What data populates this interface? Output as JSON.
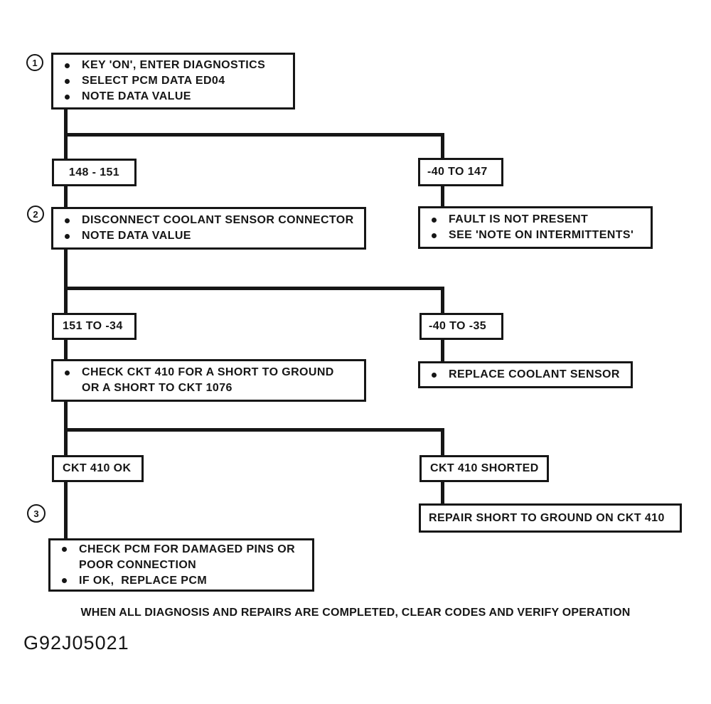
{
  "flow": {
    "markers": {
      "m1": "1",
      "m2": "2",
      "m3": "3"
    },
    "step1": {
      "lines": [
        "KEY 'ON', ENTER DIAGNOSTICS",
        "SELECT PCM DATA ED04",
        "NOTE DATA VALUE"
      ]
    },
    "range_148_151": {
      "label": "148 - 151"
    },
    "range_neg40_147": {
      "label": "-40 TO 147"
    },
    "step2": {
      "lines": [
        "DISCONNECT COOLANT SENSOR CONNECTOR",
        "NOTE DATA VALUE"
      ]
    },
    "fault_not_present": {
      "lines": [
        "FAULT IS NOT PRESENT",
        "SEE 'NOTE ON INTERMITTENTS'"
      ]
    },
    "range_151_neg34": {
      "label": "151 TO -34"
    },
    "range_neg40_neg35": {
      "label": "-40 TO -35"
    },
    "check_ckt410": {
      "lines": [
        "CHECK CKT 410 FOR A SHORT TO GROUND",
        "OR A SHORT TO CKT 1076"
      ]
    },
    "replace_sensor": {
      "label": "REPLACE COOLANT SENSOR"
    },
    "ckt410_ok": {
      "label": "CKT 410 OK"
    },
    "ckt410_shorted": {
      "label": "CKT 410 SHORTED"
    },
    "repair_short": {
      "label": "REPAIR SHORT TO GROUND ON CKT 410"
    },
    "check_pcm": {
      "lines": [
        "CHECK PCM FOR DAMAGED PINS OR",
        "POOR CONNECTION",
        "IF OK,  REPLACE PCM"
      ]
    },
    "footer_note": "WHEN ALL DIAGNOSIS AND REPAIRS ARE COMPLETED, CLEAR CODES AND VERIFY OPERATION",
    "figure_code": "G92J05021"
  },
  "colors": {
    "ink": "#161616",
    "paper": "#ffffff"
  }
}
